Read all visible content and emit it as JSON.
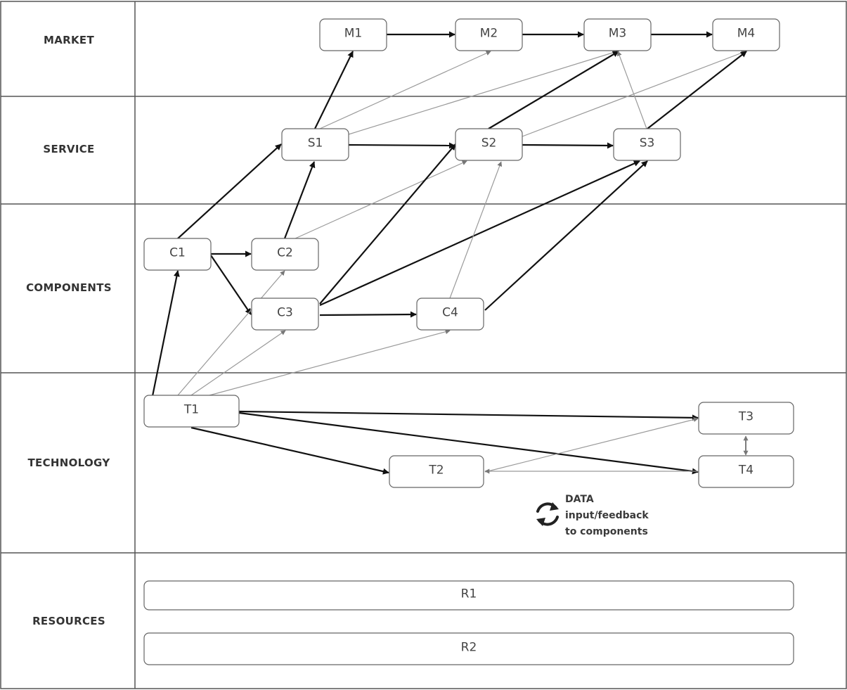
{
  "lanes": [
    {
      "id": "market",
      "label": "MARKET"
    },
    {
      "id": "service",
      "label": "SERVICE"
    },
    {
      "id": "components",
      "label": "COMPONENTS"
    },
    {
      "id": "technology",
      "label": "TECHNOLOGY"
    },
    {
      "id": "resources",
      "label": "RESOURCES"
    }
  ],
  "nodes": [
    {
      "id": "M1",
      "label": "M1"
    },
    {
      "id": "M2",
      "label": "M2"
    },
    {
      "id": "M3",
      "label": "M3"
    },
    {
      "id": "M4",
      "label": "M4"
    },
    {
      "id": "S1",
      "label": "S1"
    },
    {
      "id": "S2",
      "label": "S2"
    },
    {
      "id": "S3",
      "label": "S3"
    },
    {
      "id": "C1",
      "label": "C1"
    },
    {
      "id": "C2",
      "label": "C2"
    },
    {
      "id": "C3",
      "label": "C3"
    },
    {
      "id": "C4",
      "label": "C4"
    },
    {
      "id": "T1",
      "label": "T1"
    },
    {
      "id": "T2",
      "label": "T2"
    },
    {
      "id": "T3",
      "label": "T3"
    },
    {
      "id": "T4",
      "label": "T4"
    },
    {
      "id": "R1",
      "label": "R1"
    },
    {
      "id": "R2",
      "label": "R2"
    }
  ],
  "edges": [
    {
      "from": "M1",
      "to": "M2",
      "style": "strong"
    },
    {
      "from": "M2",
      "to": "M3",
      "style": "strong"
    },
    {
      "from": "M3",
      "to": "M4",
      "style": "strong"
    },
    {
      "from": "S1",
      "to": "M1",
      "style": "strong"
    },
    {
      "from": "S1",
      "to": "M2",
      "style": "light"
    },
    {
      "from": "S1",
      "to": "M3",
      "style": "light"
    },
    {
      "from": "S1",
      "to": "S2",
      "style": "strong"
    },
    {
      "from": "S2",
      "to": "S3",
      "style": "strong"
    },
    {
      "from": "S2",
      "to": "M3",
      "style": "strong"
    },
    {
      "from": "S2",
      "to": "M4",
      "style": "light"
    },
    {
      "from": "S3",
      "to": "M4",
      "style": "strong"
    },
    {
      "from": "S3",
      "to": "M3",
      "style": "light"
    },
    {
      "from": "C1",
      "to": "S1",
      "style": "strong"
    },
    {
      "from": "C1",
      "to": "C2",
      "style": "strong"
    },
    {
      "from": "C1",
      "to": "C3",
      "style": "strong"
    },
    {
      "from": "C2",
      "to": "S1",
      "style": "strong"
    },
    {
      "from": "C2",
      "to": "S2",
      "style": "light"
    },
    {
      "from": "C3",
      "to": "S2",
      "style": "strong"
    },
    {
      "from": "C3",
      "to": "S3",
      "style": "strong"
    },
    {
      "from": "C3",
      "to": "C4",
      "style": "strong"
    },
    {
      "from": "C4",
      "to": "S3",
      "style": "strong"
    },
    {
      "from": "C4",
      "to": "S2",
      "style": "light"
    },
    {
      "from": "T1",
      "to": "C1",
      "style": "strong"
    },
    {
      "from": "T1",
      "to": "C2",
      "style": "light"
    },
    {
      "from": "T1",
      "to": "C3",
      "style": "light"
    },
    {
      "from": "T1",
      "to": "C4",
      "style": "light"
    },
    {
      "from": "T1",
      "to": "T3",
      "style": "strong"
    },
    {
      "from": "T1",
      "to": "T4",
      "style": "strong"
    },
    {
      "from": "T1",
      "to": "T2",
      "style": "strong"
    },
    {
      "from": "T2",
      "to": "T3",
      "style": "light"
    },
    {
      "from": "T4",
      "to": "T2",
      "style": "light"
    },
    {
      "from": "T3",
      "to": "T4",
      "style": "bidirectional"
    }
  ],
  "legend": {
    "icon": "refresh-cycle-icon",
    "lines": [
      "DATA",
      "input/feedback",
      "to components"
    ]
  },
  "colors": {
    "border": "#555555",
    "node_border": "#666666",
    "strong_edge": "#111111",
    "light_edge": "#9a9a9a"
  }
}
